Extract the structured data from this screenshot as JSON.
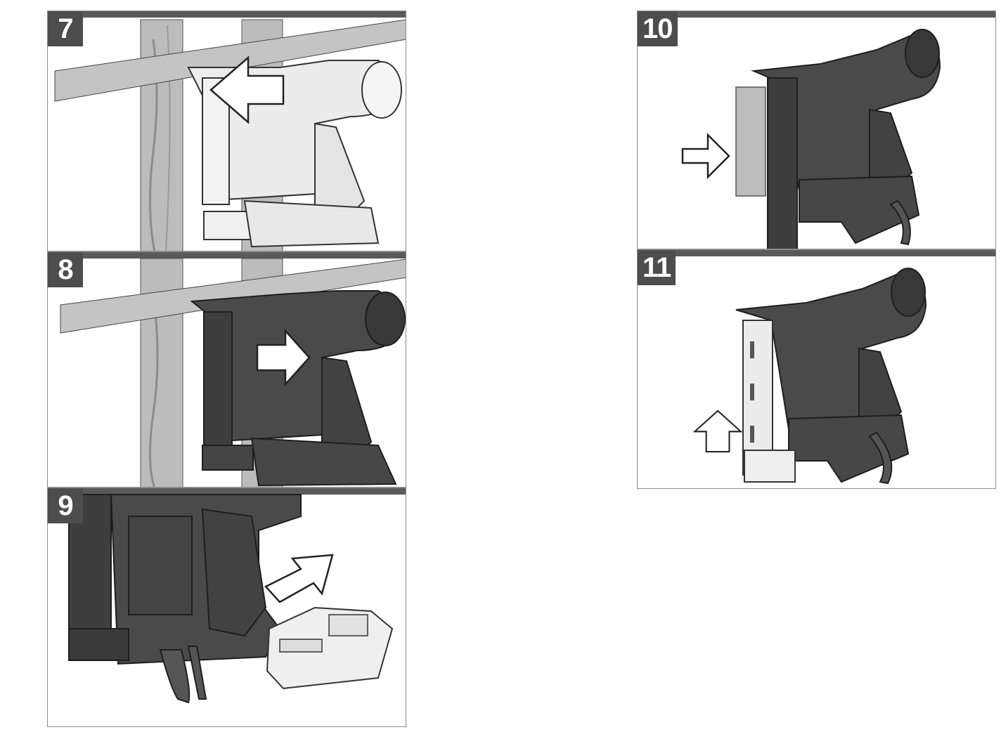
{
  "steps": [
    {
      "id": "7",
      "label": "7",
      "action": "arrow-left"
    },
    {
      "id": "8",
      "label": "8",
      "action": "arrow-right"
    },
    {
      "id": "9",
      "label": "9",
      "action": "arrow-up-right"
    },
    {
      "id": "10",
      "label": "10",
      "action": "arrow-right"
    },
    {
      "id": "11",
      "label": "11",
      "action": "arrow-up"
    }
  ],
  "colors": {
    "tool_dark": "#3d3d3d",
    "tool_light": "#e9e9e9",
    "wood": "#b5b5b5",
    "header_bar": "#5a5a5a",
    "step_badge": "#4d4d4d",
    "arrow_fill": "#ffffff"
  }
}
